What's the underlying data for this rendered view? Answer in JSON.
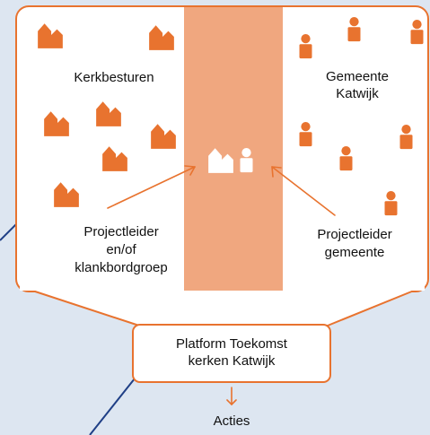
{
  "colors": {
    "background": "#dde6f1",
    "accent": "#e8732f",
    "band": "#f0a77f",
    "panel": "#ffffff",
    "line_blue": "#1f3f86",
    "text": "#111111",
    "icon_white": "#ffffff"
  },
  "labels": {
    "church_boards": "Kerkbesturen",
    "municipality": "Gemeente\nKatwijk",
    "project_leader_church": "Projectleider\nen/of\nklankbordgroep",
    "project_leader_municipality": "Projectleider\ngemeente",
    "platform": "Platform Toekomst\nkerken Katwijk",
    "actions": "Acties"
  },
  "icons": {
    "church": "church-icon",
    "person": "person-icon",
    "combined": "church-and-person-icon",
    "arrow": "arrow-icon"
  }
}
